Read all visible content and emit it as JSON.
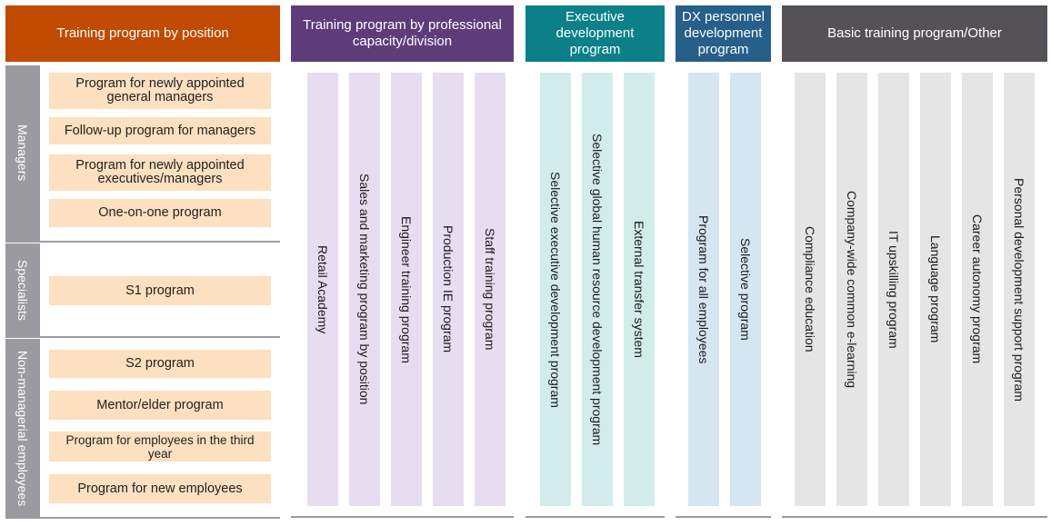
{
  "headers": {
    "position": "Training program by position",
    "professional": "Training program by professional capacity/division",
    "executive": "Executive development program",
    "dx": "DX personnel development program",
    "basic": "Basic training program/Other"
  },
  "categories": {
    "managers": "Managers",
    "specialists": "Specialists",
    "non_managerial": "Non-managerial employees"
  },
  "position_programs": [
    "Program for newly appointed general managers",
    "Follow-up program for managers",
    "Program for newly appointed executives/managers",
    "One-on-one program",
    "S1 program",
    "S2 program",
    "Mentor/elder program",
    "Program for employees in the third year",
    "Program for new employees"
  ],
  "professional_programs": [
    "Retail Academy",
    "Sales and marketing program by position",
    "Engineer training program",
    "Production IE program",
    "Staff training program"
  ],
  "executive_programs": [
    "Selective executive development program",
    "Selective global human resource development program",
    "External transfer system"
  ],
  "dx_programs": [
    "Program for all employees",
    "Selective program"
  ],
  "basic_programs": [
    "Compliance education",
    "Company-wide common e-learning",
    "IT upskilling program",
    "Language program",
    "Career autonomy program",
    "Personal development support program"
  ],
  "colors": {
    "position": "#c04a00",
    "professional": "#5e3c7a",
    "executive": "#0b8088",
    "dx": "#265f88",
    "basic": "#545256",
    "category": "#9b9a9f",
    "program_fill": "#fde0c0"
  }
}
